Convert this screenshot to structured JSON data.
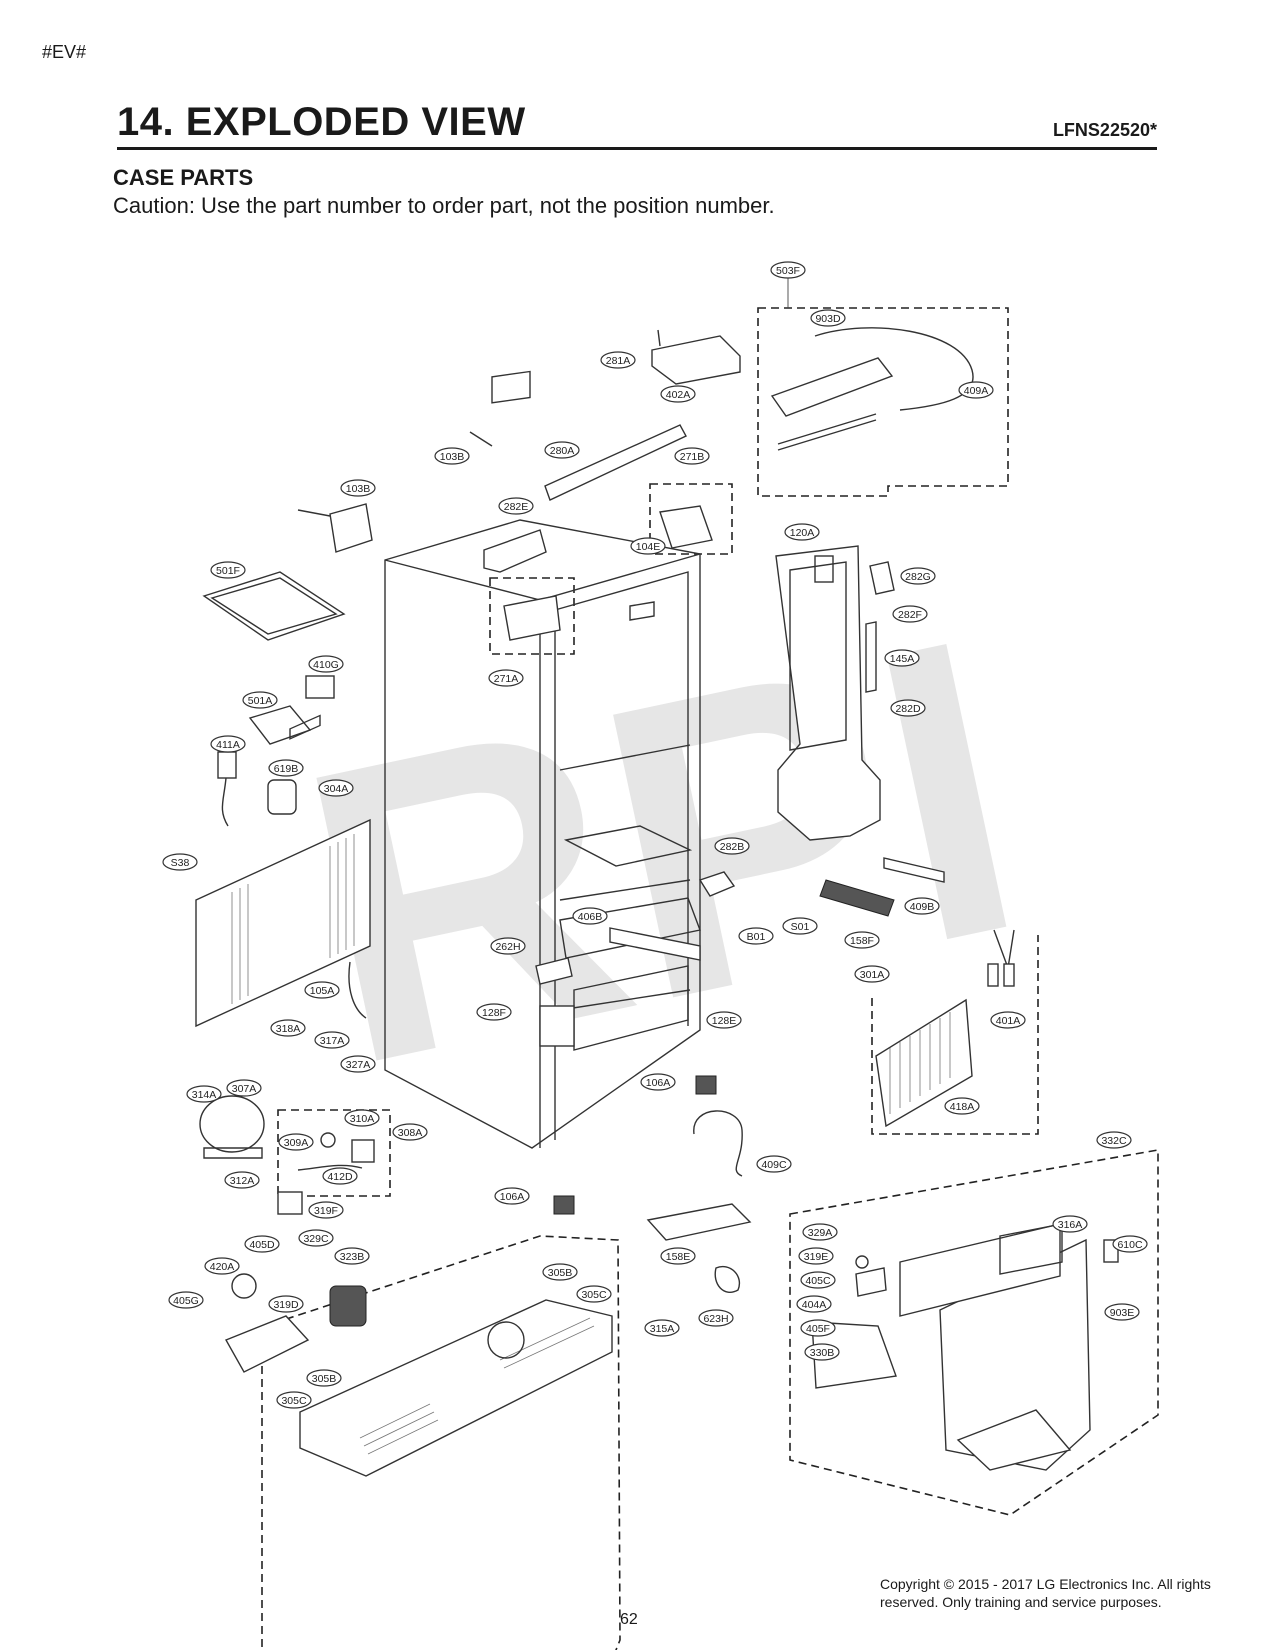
{
  "doc_tag": "#EV#",
  "title": "14. EXPLODED VIEW",
  "model": "LFNS22520*",
  "section_title": "CASE PARTS",
  "caution": "Caution: Use the part number to order part, not the position number.",
  "watermark": "RPI",
  "page_number": "62",
  "copyright": "Copyright © 2015 - 2017 LG Electronics Inc. All rights reserved. Only training and service purposes.",
  "callouts": [
    "503F",
    "903D",
    "409A",
    "281A",
    "402A",
    "103B",
    "280A",
    "271B",
    "103B",
    "282E",
    "104E",
    "120A",
    "282G",
    "282F",
    "501F",
    "145A",
    "410G",
    "271A",
    "282D",
    "501A",
    "411A",
    "619B",
    "304A",
    "S38",
    "282B",
    "409B",
    "406B",
    "S01",
    "B01",
    "158F",
    "262H",
    "301A",
    "105A",
    "128F",
    "128E",
    "401A",
    "318A",
    "317A",
    "327A",
    "314A",
    "307A",
    "106A",
    "418A",
    "310A",
    "308A",
    "309A",
    "412D",
    "409C",
    "332C",
    "312A",
    "319F",
    "106A",
    "329A",
    "316A",
    "405D",
    "329C",
    "323B",
    "319E",
    "610C",
    "420A",
    "305B",
    "405C",
    "305C",
    "158E",
    "404A",
    "405G",
    "319D",
    "315A",
    "623H",
    "405F",
    "903E",
    "305B",
    "330B",
    "305C"
  ]
}
